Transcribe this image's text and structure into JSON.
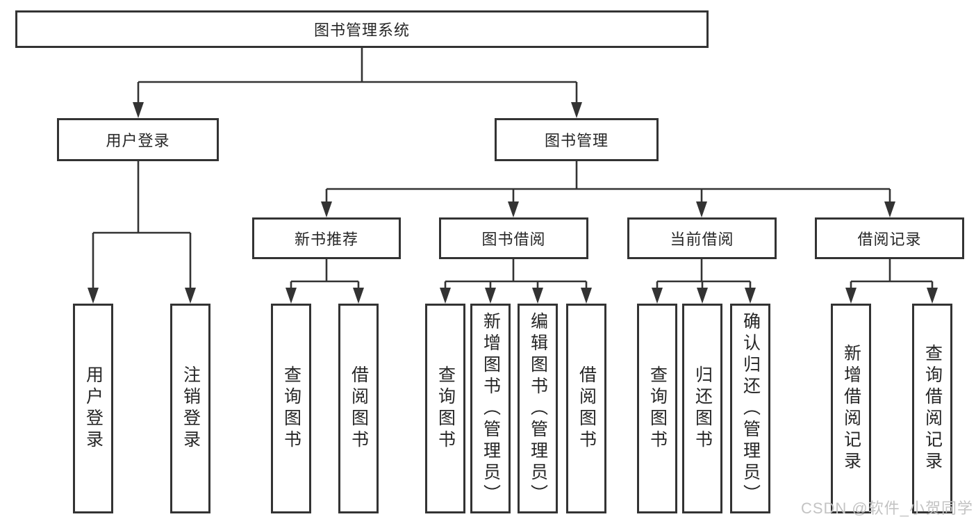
{
  "nodes": {
    "root": "图书管理系统",
    "user_login": "用户登录",
    "book_mgmt": "图书管理",
    "new_book_rec": "新书推荐",
    "book_borrow": "图书借阅",
    "current_borrow": "当前借阅",
    "borrow_records": "借阅记录",
    "leaf_user_login": "用户登录",
    "leaf_logout": "注销登录",
    "rec_query_book": "查询图书",
    "rec_borrow_book": "借阅图书",
    "bb_query_book": "查询图书",
    "bb_add_book": "新增图书（管理员）",
    "bb_edit_book": "编辑图书（管理员）",
    "bb_borrow_book": "借阅图书",
    "cb_query_book": "查询图书",
    "cb_return_book": "归还图书",
    "cb_confirm_return": "确认归还（管理员）",
    "br_add_record": "新增借阅记录",
    "br_query_record": "查询借阅记录"
  },
  "structure": [
    {
      "parent": "图书管理系统",
      "children": [
        "用户登录",
        "图书管理"
      ]
    },
    {
      "parent": "用户登录",
      "children": [
        "用户登录",
        "注销登录"
      ]
    },
    {
      "parent": "图书管理",
      "children": [
        "新书推荐",
        "图书借阅",
        "当前借阅",
        "借阅记录"
      ]
    },
    {
      "parent": "新书推荐",
      "children": [
        "查询图书",
        "借阅图书"
      ]
    },
    {
      "parent": "图书借阅",
      "children": [
        "查询图书",
        "新增图书（管理员）",
        "编辑图书（管理员）",
        "借阅图书"
      ]
    },
    {
      "parent": "当前借阅",
      "children": [
        "查询图书",
        "归还图书",
        "确认归还（管理员）"
      ]
    },
    {
      "parent": "借阅记录",
      "children": [
        "新增借阅记录",
        "查询借阅记录"
      ]
    }
  ],
  "watermark": "CSDN @软件_小贺同学",
  "colors": {
    "line": "#333333",
    "text": "#262626",
    "background": "#ffffff",
    "watermark": "#c3c3c3"
  }
}
